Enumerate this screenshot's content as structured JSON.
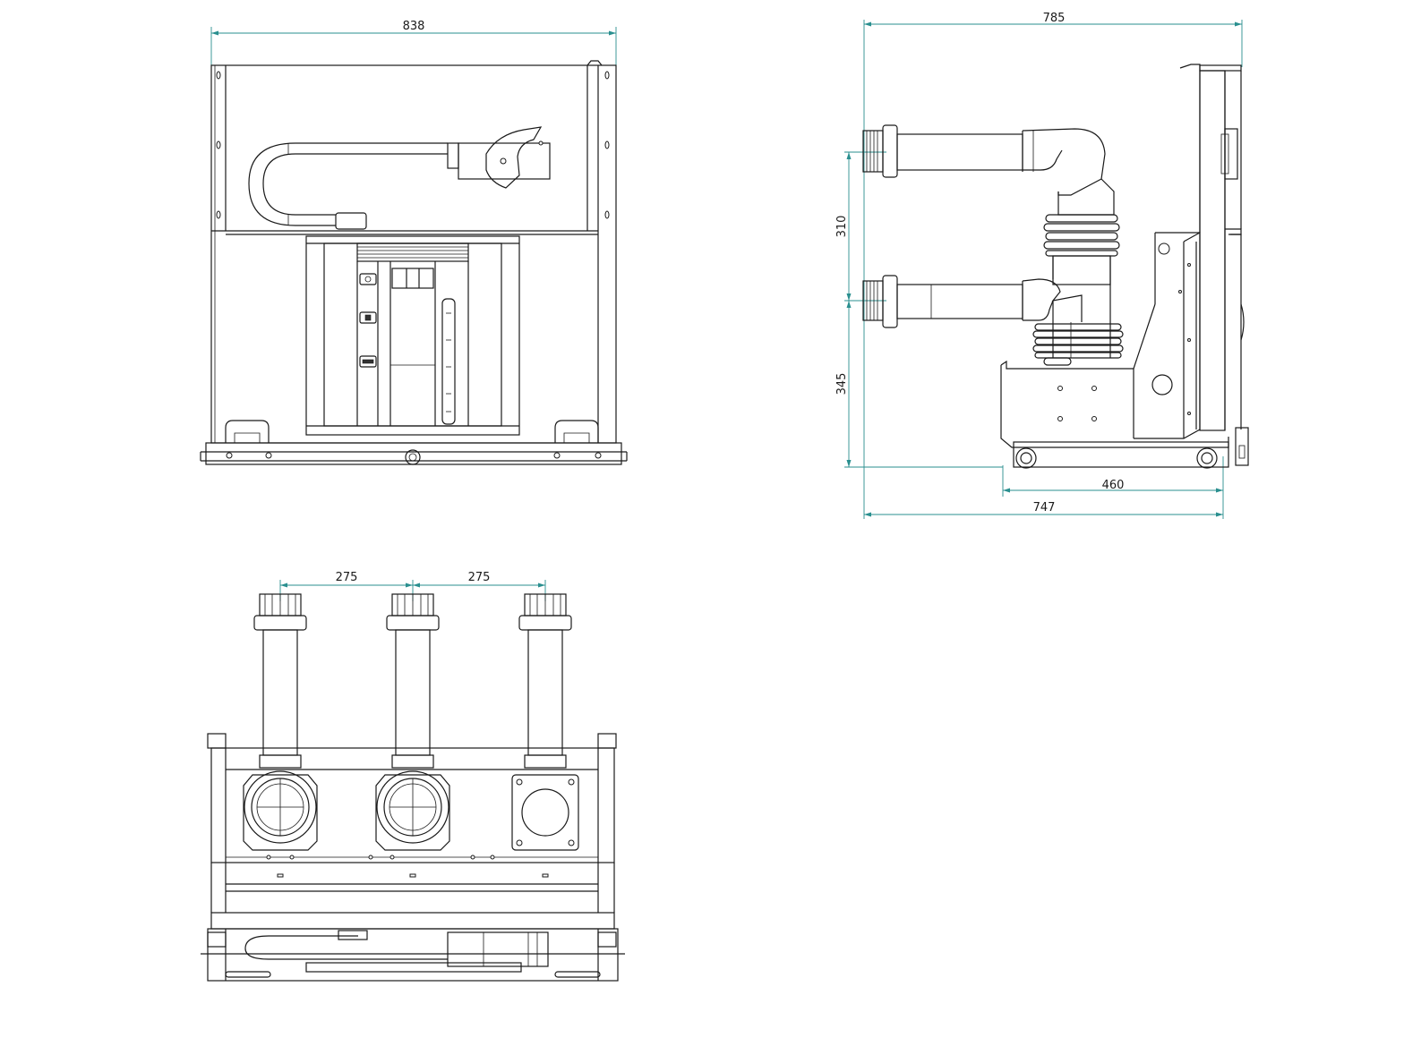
{
  "views": {
    "front": {
      "width_label": "838"
    },
    "side": {
      "overall_label": "785",
      "upper_pitch_label": "310",
      "lower_height_label": "345",
      "carriage_label": "460",
      "depth_label": "747"
    },
    "top": {
      "pitch_left_label": "275",
      "pitch_right_label": "275"
    }
  },
  "colors": {
    "line": "#1a1a1a",
    "dimension": "#2a8f8f",
    "background": "#ffffff"
  }
}
